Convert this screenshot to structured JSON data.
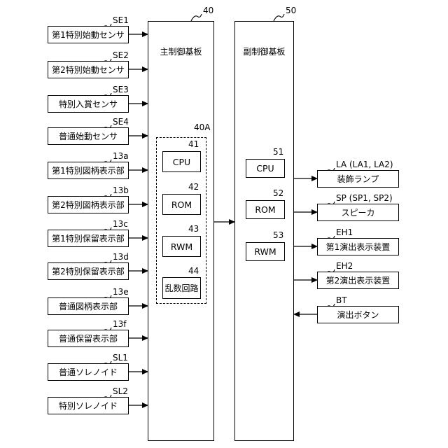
{
  "main_board": {
    "ref": "40",
    "title": "主制御基板"
  },
  "sub_board": {
    "ref": "50",
    "title": "副制御基板"
  },
  "main_cpu_group": {
    "ref": "40A"
  },
  "main_components": [
    {
      "ref": "41",
      "label": "CPU"
    },
    {
      "ref": "42",
      "label": "ROM"
    },
    {
      "ref": "43",
      "label": "RWM"
    },
    {
      "ref": "44",
      "label": "乱数回路"
    }
  ],
  "sub_components": [
    {
      "ref": "51",
      "label": "CPU"
    },
    {
      "ref": "52",
      "label": "ROM"
    },
    {
      "ref": "53",
      "label": "RWM"
    }
  ],
  "inputs": [
    {
      "ref": "SE1",
      "label": "第1特別始動センサ"
    },
    {
      "ref": "SE2",
      "label": "第2特別始動センサ"
    },
    {
      "ref": "SE3",
      "label": "特別入賞センサ"
    },
    {
      "ref": "SE4",
      "label": "普通始動センサ"
    },
    {
      "ref": "13a",
      "label": "第1特別図柄表示部"
    },
    {
      "ref": "13b",
      "label": "第2特別図柄表示部"
    },
    {
      "ref": "13c",
      "label": "第1特別保留表示部"
    },
    {
      "ref": "13d",
      "label": "第2特別保留表示部"
    },
    {
      "ref": "13e",
      "label": "普通図柄表示部"
    },
    {
      "ref": "13f",
      "label": "普通保留表示部"
    },
    {
      "ref": "SL1",
      "label": "普通ソレノイド"
    },
    {
      "ref": "SL2",
      "label": "特別ソレノイド"
    }
  ],
  "outputs": [
    {
      "ref": "LA (LA1, LA2)",
      "label": "装飾ランプ"
    },
    {
      "ref": "SP (SP1, SP2)",
      "label": "スピーカ"
    },
    {
      "ref": "EH1",
      "label": "第1演出表示装置"
    },
    {
      "ref": "EH2",
      "label": "第2演出表示装置"
    },
    {
      "ref": "BT",
      "label": "演出ボタン"
    }
  ]
}
